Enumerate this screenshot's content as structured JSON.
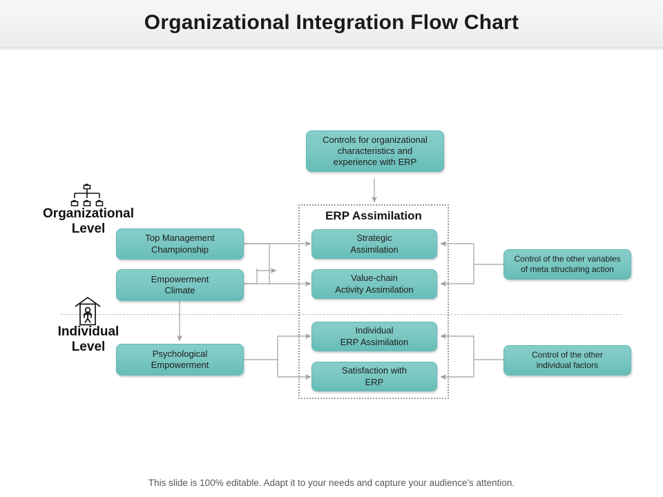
{
  "header": {
    "title": "Organizational Integration Flow Chart"
  },
  "levels": [
    {
      "id": "organizational",
      "label_line1": "Organizational",
      "label_line2": "Level",
      "icon": "org-chart-hierarchy-icon"
    },
    {
      "id": "individual",
      "label_line1": "Individual",
      "label_line2": "Level",
      "icon": "person-in-house-icon"
    }
  ],
  "nodes": {
    "controls_top": {
      "line1": "Controls for organizational",
      "line2": "characteristics and",
      "line3": "experience with ERP"
    },
    "top_management": {
      "line1": "Top Management",
      "line2": "Championship"
    },
    "empowerment_climate": {
      "line1": "Empowerment",
      "line2": "Climate"
    },
    "psychological_empowerment": {
      "line1": "Psychological",
      "line2": "Empowerment"
    },
    "strategic_assimilation": {
      "line1": "Strategic",
      "line2": "Assimilation"
    },
    "value_chain_assimilation": {
      "line1": "Value-chain",
      "line2": "Activity Assimilation"
    },
    "individual_erp_assimilation": {
      "line1": "Individual",
      "line2": "ERP Assimilation"
    },
    "satisfaction_with_erp": {
      "line1": "Satisfaction with",
      "line2": "ERP"
    },
    "control_meta_structuring": {
      "line1": "Control of the other variables",
      "line2": "of meta structuring action"
    },
    "control_individual_factors": {
      "line1": "Control of the other",
      "line2": "individual factors"
    }
  },
  "group": {
    "erp_assimilation_title": "ERP Assimilation"
  },
  "footer": {
    "note": "This slide is 100% editable. Adapt it to your needs and capture your audience's attention."
  },
  "colors": {
    "node_fill_top": "#86cdc8",
    "node_fill_bottom": "#66bdb7",
    "node_border": "#63b9b5",
    "connector": "#9d9d9d",
    "group_border": "#9a9a9a",
    "header_band": "#f2f2f2",
    "title_text": "#1a1a1a",
    "footer_text": "#575757"
  }
}
